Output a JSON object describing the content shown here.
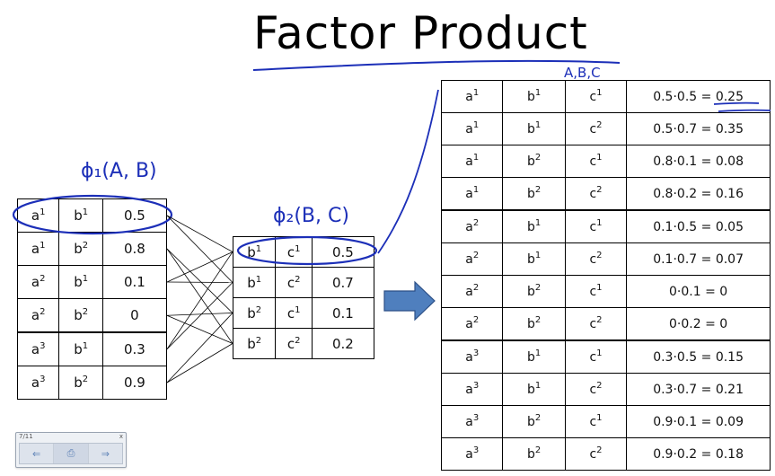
{
  "title": "Factor Product",
  "annotations": {
    "phi1_label": "ϕ₁(A, B)",
    "phi2_label": "ϕ₂(B, C)",
    "result_label": "A,B,C"
  },
  "factor1": {
    "rows": [
      {
        "a": "a",
        "a_sup": "1",
        "b": "b",
        "b_sup": "1",
        "value": "0.5"
      },
      {
        "a": "a",
        "a_sup": "1",
        "b": "b",
        "b_sup": "2",
        "value": "0.8"
      },
      {
        "a": "a",
        "a_sup": "2",
        "b": "b",
        "b_sup": "1",
        "value": "0.1"
      },
      {
        "a": "a",
        "a_sup": "2",
        "b": "b",
        "b_sup": "2",
        "value": "0"
      },
      {
        "a": "a",
        "a_sup": "3",
        "b": "b",
        "b_sup": "1",
        "value": "0.3"
      },
      {
        "a": "a",
        "a_sup": "3",
        "b": "b",
        "b_sup": "2",
        "value": "0.9"
      }
    ]
  },
  "factor2": {
    "rows": [
      {
        "b": "b",
        "b_sup": "1",
        "c": "c",
        "c_sup": "1",
        "value": "0.5"
      },
      {
        "b": "b",
        "b_sup": "1",
        "c": "c",
        "c_sup": "2",
        "value": "0.7"
      },
      {
        "b": "b",
        "b_sup": "2",
        "c": "c",
        "c_sup": "1",
        "value": "0.1"
      },
      {
        "b": "b",
        "b_sup": "2",
        "c": "c",
        "c_sup": "2",
        "value": "0.2"
      }
    ]
  },
  "product": {
    "rows": [
      {
        "a": "a",
        "a_sup": "1",
        "b": "b",
        "b_sup": "1",
        "c": "c",
        "c_sup": "1",
        "value": "0.5·0.5 = 0.25"
      },
      {
        "a": "a",
        "a_sup": "1",
        "b": "b",
        "b_sup": "1",
        "c": "c",
        "c_sup": "2",
        "value": "0.5·0.7 = 0.35"
      },
      {
        "a": "a",
        "a_sup": "1",
        "b": "b",
        "b_sup": "2",
        "c": "c",
        "c_sup": "1",
        "value": "0.8·0.1 = 0.08"
      },
      {
        "a": "a",
        "a_sup": "1",
        "b": "b",
        "b_sup": "2",
        "c": "c",
        "c_sup": "2",
        "value": "0.8·0.2 = 0.16"
      },
      {
        "a": "a",
        "a_sup": "2",
        "b": "b",
        "b_sup": "1",
        "c": "c",
        "c_sup": "1",
        "value": "0.1·0.5 = 0.05"
      },
      {
        "a": "a",
        "a_sup": "2",
        "b": "b",
        "b_sup": "1",
        "c": "c",
        "c_sup": "2",
        "value": "0.1·0.7 = 0.07"
      },
      {
        "a": "a",
        "a_sup": "2",
        "b": "b",
        "b_sup": "2",
        "c": "c",
        "c_sup": "1",
        "value": "0·0.1 = 0"
      },
      {
        "a": "a",
        "a_sup": "2",
        "b": "b",
        "b_sup": "2",
        "c": "c",
        "c_sup": "2",
        "value": "0·0.2 = 0"
      },
      {
        "a": "a",
        "a_sup": "3",
        "b": "b",
        "b_sup": "1",
        "c": "c",
        "c_sup": "1",
        "value": "0.3·0.5 = 0.15"
      },
      {
        "a": "a",
        "a_sup": "3",
        "b": "b",
        "b_sup": "1",
        "c": "c",
        "c_sup": "2",
        "value": "0.3·0.7 = 0.21"
      },
      {
        "a": "a",
        "a_sup": "3",
        "b": "b",
        "b_sup": "2",
        "c": "c",
        "c_sup": "1",
        "value": "0.9·0.1 = 0.09"
      },
      {
        "a": "a",
        "a_sup": "3",
        "b": "b",
        "b_sup": "2",
        "c": "c",
        "c_sup": "2",
        "value": "0.9·0.2 = 0.18"
      }
    ]
  },
  "nav_widget": {
    "title": "7/11",
    "close_glyph": "x",
    "prev_icon": "back-arrow-icon",
    "pen_icon": "pen-tool-icon",
    "next_icon": "forward-arrow-icon",
    "prev_glyph": "⇐",
    "pen_glyph": "⎙",
    "next_glyph": "⇒"
  },
  "colors": {
    "ink": "#1c2fb8",
    "arrow_fill": "#4f7fbe",
    "arrow_stroke": "#2c4f86"
  }
}
